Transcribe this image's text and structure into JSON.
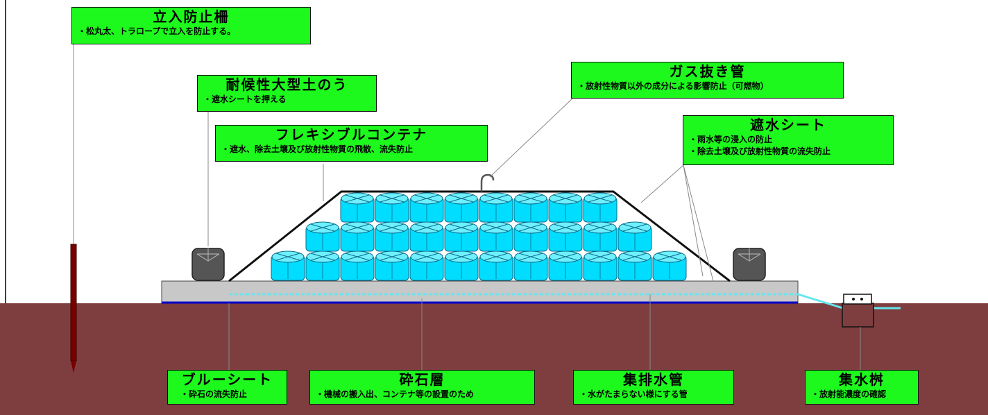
{
  "labels": {
    "fence": {
      "title": "立入防止柵",
      "lines": [
        "・松丸太、トラロープで立入を防止する。"
      ]
    },
    "bag": {
      "title": "耐候性大型土のう",
      "lines": [
        "・遮水シートを押える"
      ]
    },
    "container": {
      "title": "フレキシブルコンテナ",
      "lines": [
        "・遮水、除去土壌及び放射性物質の飛散、流失防止"
      ]
    },
    "gas": {
      "title": "ガス抜き管",
      "lines": [
        "・放射性物質以外の成分による影響防止（可燃物）"
      ]
    },
    "sheet": {
      "title": "遮水シート",
      "lines": [
        "・雨水等の浸入の防止",
        "・除去土壌及び放射性物質の流失防止"
      ]
    },
    "bluesheet": {
      "title": "ブルーシート",
      "lines": [
        "・砕石の流失防止"
      ]
    },
    "gravel": {
      "title": "砕石層",
      "lines": [
        "・機械の搬入出、コンテナ等の設置のため"
      ]
    },
    "pipe": {
      "title": "集排水管",
      "lines": [
        "・水がたまらない様にする管"
      ]
    },
    "basin": {
      "title": "集水桝",
      "lines": [
        "・放射能濃度の確認"
      ]
    }
  },
  "colors": {
    "ground": "#7e3e40",
    "label_bg": "#1df81d",
    "container": "#00ddff",
    "gravel": "#c8c8c8",
    "blue_sheet": "#0000cc",
    "pipe": "#66e6ee",
    "bag": "#555555",
    "stake": "#7a0000"
  },
  "icons": [
    "stake-icon",
    "sandbag-icon",
    "gas-vent-pipe-icon",
    "collection-basin-icon"
  ]
}
